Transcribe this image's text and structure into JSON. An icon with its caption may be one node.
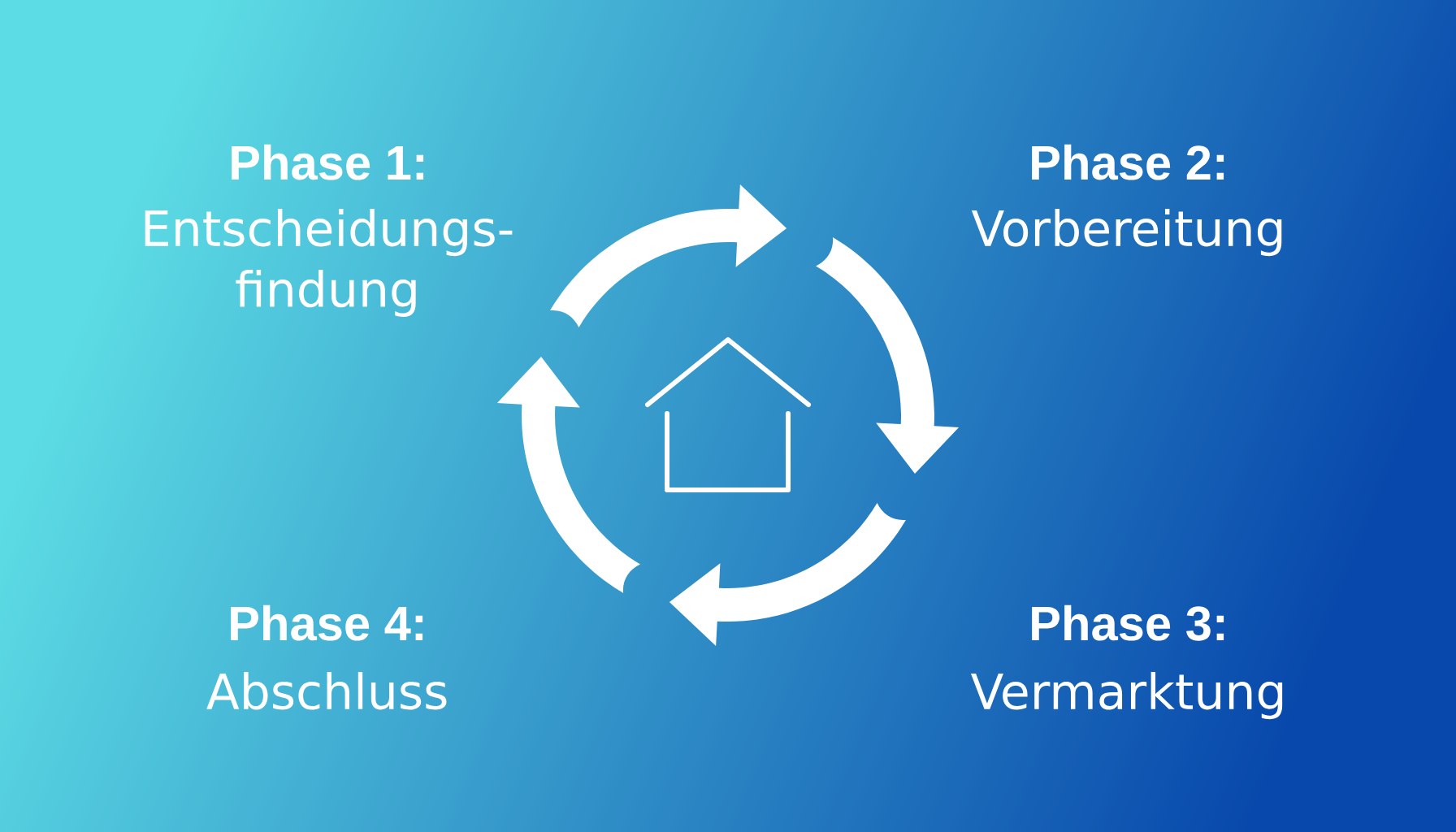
{
  "diagram": {
    "labels": [
      "Phase 1:",
      "Entscheidungs- findung",
      "Phase 2:",
      "Vorbereitung",
      "Phase 4:",
      "Abschluss",
      "Phase 3:",
      "Vermarktung"
    ]
  }
}
